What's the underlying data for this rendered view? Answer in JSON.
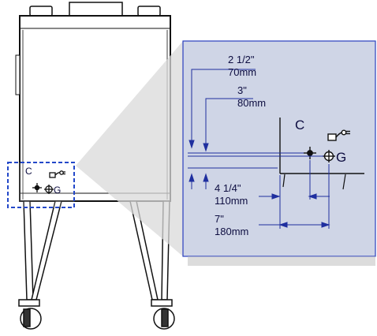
{
  "colors": {
    "detail_panel": "#cfd5e6",
    "detail_border": "#2a3fbf",
    "callout_box": "#2348c9",
    "zoom_wedge": "#d9d9d9",
    "linework": "#111111",
    "dimension_lines": "#1f2f9f"
  },
  "callout": {
    "label_c": "C",
    "label_g": "G",
    "icons": [
      "plug-icon",
      "crosshair-icon",
      "ground-icon"
    ]
  },
  "detail": {
    "label_c": "C",
    "label_g": "G",
    "dim_vertical_1": {
      "imperial": "2 1/2\"",
      "metric": "70mm"
    },
    "dim_vertical_2": {
      "imperial": "3\"",
      "metric": "80mm"
    },
    "dim_horizontal_1": {
      "imperial": "4 1/4\"",
      "metric": "110mm"
    },
    "dim_horizontal_2": {
      "imperial": "7\"",
      "metric": "180mm"
    }
  }
}
